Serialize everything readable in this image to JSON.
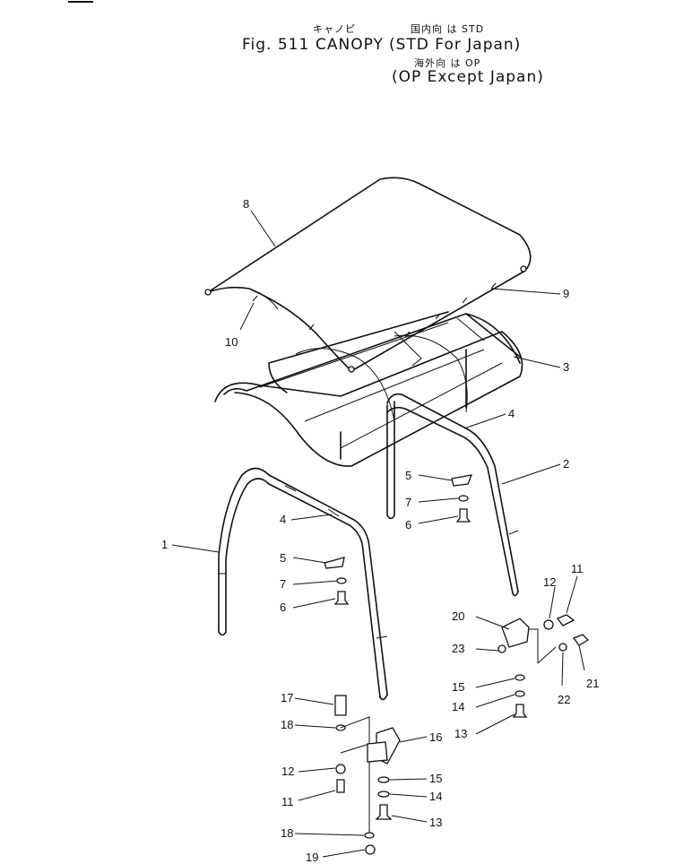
{
  "header": {
    "jp_title": "キャノピ",
    "jp_std": "国内向 は STD",
    "fig_number": "Fig. 511",
    "title": "CANOPY",
    "std_note": "(STD For Japan)",
    "jp_op": "海外向 は OP",
    "op_note": "(OP Except Japan)"
  },
  "callouts": [
    "8",
    "9",
    "10",
    "3",
    "4",
    "2",
    "5",
    "7",
    "6",
    "4",
    "1",
    "5",
    "7",
    "6",
    "11",
    "12",
    "20",
    "23",
    "21",
    "22",
    "15",
    "14",
    "13",
    "17",
    "18",
    "16",
    "12",
    "15",
    "11",
    "14",
    "13",
    "18",
    "19"
  ]
}
